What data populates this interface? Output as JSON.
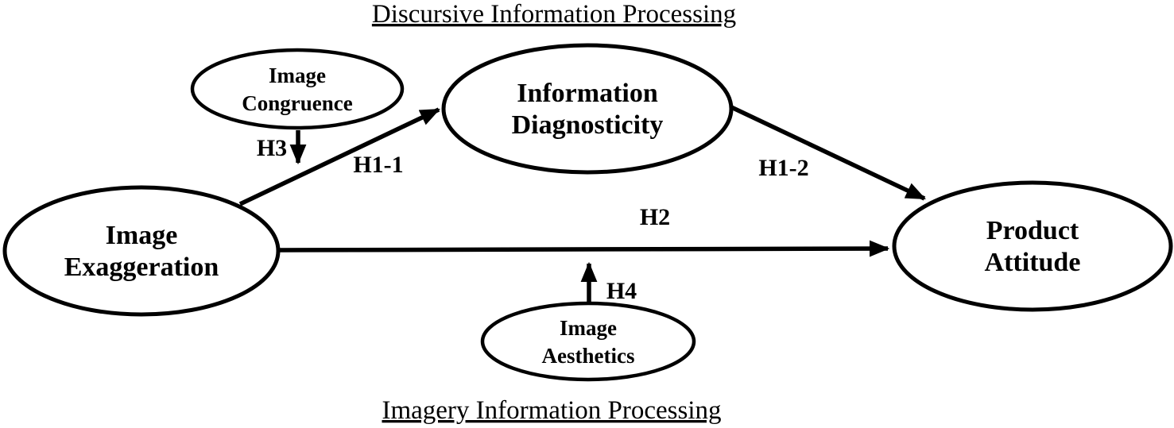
{
  "titles": {
    "top": "Discursive Information Processing",
    "bottom": "Imagery Information Processing"
  },
  "nodes": {
    "image_exaggeration": {
      "line1": "Image",
      "line2": "Exaggeration"
    },
    "information_diagnosticity": {
      "line1": "Information",
      "line2": "Diagnosticity"
    },
    "product_attitude": {
      "line1": "Product",
      "line2": "Attitude"
    },
    "image_congruence": {
      "line1": "Image",
      "line2": "Congruence"
    },
    "image_aesthetics": {
      "line1": "Image",
      "line2": "Aesthetics"
    }
  },
  "hypotheses": {
    "h1_1": "H1-1",
    "h1_2": "H1-2",
    "h2": "H2",
    "h3": "H3",
    "h4": "H4"
  },
  "edges": [
    {
      "from": "Image Exaggeration",
      "to": "Information Diagnosticity",
      "label": "H1-1"
    },
    {
      "from": "Information Diagnosticity",
      "to": "Product Attitude",
      "label": "H1-2"
    },
    {
      "from": "Image Exaggeration",
      "to": "Product Attitude",
      "label": "H2"
    },
    {
      "from": "Image Congruence",
      "to": "path H1-1 (moderator)",
      "label": "H3"
    },
    {
      "from": "Image Aesthetics",
      "to": "path H2 (moderator)",
      "label": "H4"
    }
  ],
  "colors": {
    "stroke": "#000000",
    "text": "#000000",
    "background": "#ffffff"
  }
}
